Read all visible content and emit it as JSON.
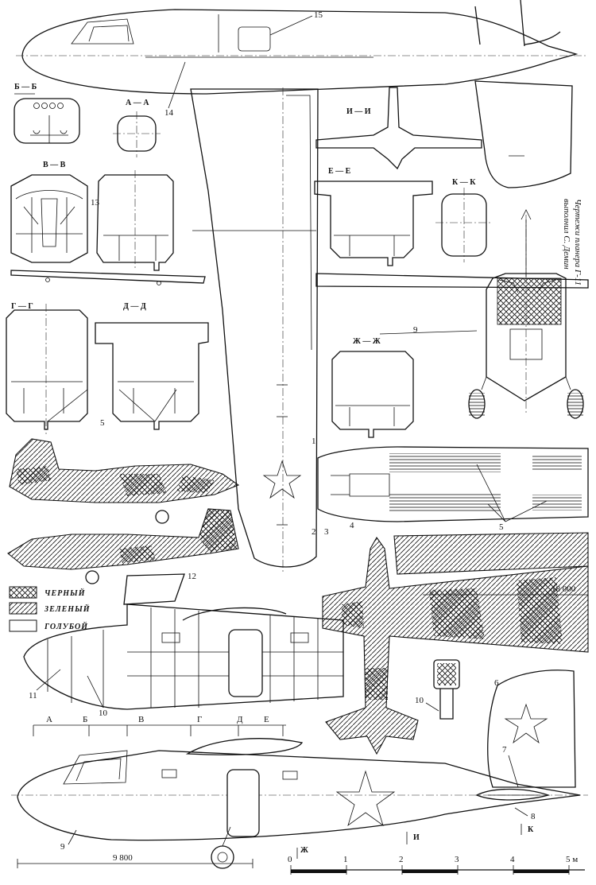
{
  "title": {
    "line1": "Чертежи планера Г-11",
    "line2": "выполнил С. Демин"
  },
  "section_labels": {
    "A": "А — А",
    "B": "Б — Б",
    "V": "В — В",
    "G": "Г — Г",
    "D": "Д — Д",
    "E": "Е — Е",
    "ZH": "Ж — Ж",
    "I": "И — И",
    "K": "К — К"
  },
  "callouts": [
    "1",
    "2",
    "3",
    "4",
    "5",
    "6",
    "7",
    "8",
    "9",
    "10",
    "11",
    "12",
    "13",
    "14",
    "15"
  ],
  "legend": {
    "black": "ЧЕРНЫЙ",
    "green": "ЗЕЛЕНЫЙ",
    "blue": "ГОЛУБОЙ"
  },
  "dimensions": {
    "wingspan": "18 000",
    "length": "9 800"
  },
  "station_marks": [
    "А",
    "Б",
    "В",
    "Г",
    "Д",
    "Е"
  ],
  "cut_marks": {
    "zh": "Ж",
    "i": "И",
    "k": "К"
  },
  "scale": {
    "ticks": [
      "0",
      "1",
      "2",
      "3",
      "4",
      "5 м"
    ]
  },
  "colors": {
    "ink": "#111111",
    "paper": "#ffffff"
  }
}
